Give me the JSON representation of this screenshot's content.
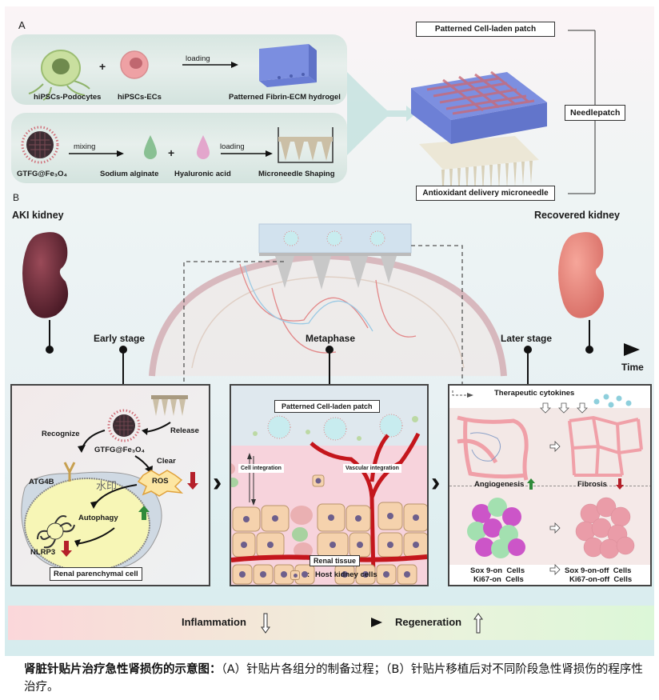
{
  "panel_a": {
    "label": "A",
    "row1": {
      "cell1": "hiPSCs-Podocytes",
      "plus": "+",
      "cell2": "hiPSCs-ECs",
      "arrow_label": "loading",
      "result": "Patterned Fibrin-ECM hydrogel"
    },
    "row2": {
      "item1": "GTFG@Fe₃O₄",
      "arrow1_label": "mixing",
      "item2": "Sodium alginate",
      "plus": "+",
      "item3": "Hyaluronic acid",
      "arrow2_label": "loading",
      "result": "Microneedle Shaping"
    },
    "assembly": {
      "top_label": "Patterned Cell-laden patch",
      "bottom_label": "Antioxidant delivery microneedle",
      "side_label": "Needlepatch"
    }
  },
  "panel_b": {
    "label": "B",
    "aki_kidney": "AKI kidney",
    "recovered_kidney": "Recovered kidney",
    "timeline": {
      "stages": [
        "Early stage",
        "Metaphase",
        "Later stage"
      ],
      "axis_label": "Time"
    },
    "early": {
      "recognize": "Recognize",
      "release": "Release",
      "nanoparticle": "GTFG@Fe₃O₄",
      "clear": "Clear",
      "receptor": "ATG4B",
      "ros": "ROS",
      "watermark": "水印",
      "autophagy": "Autophagy",
      "nlrp3": "NLRP3",
      "cell_label": "Renal parenchymal cell"
    },
    "metaphase": {
      "patch_label": "Patterned Cell-laden patch",
      "cell_integration": "Cell integration",
      "vascular_integration": "Vascular integration",
      "tissue_label": "Renal tissue",
      "legend_sep": ":",
      "legend_text": "Host kidney cells"
    },
    "later": {
      "cytokines": "Therapeutic cytokines",
      "angiogenesis": "Angiogenesis",
      "fibrosis": "Fibrosis",
      "sox_before": "Sox 9-on  Cells",
      "ki67_before": "Ki67-on  Cells",
      "sox_after": "Sox 9-on-off  Cells",
      "ki67_after": "Ki67-on-off  Cells"
    },
    "bottom_bar": {
      "left": "Inflammation",
      "right": "Regeneration"
    }
  },
  "caption": {
    "bold": "肾脏针贴片治疗急性肾损伤的示意图：",
    "text": "（A）针贴片各组分的制备过程；（B）针贴片移植后对不同阶段急性肾损伤的程序性治疗。"
  },
  "colors": {
    "aki_kidney": "#6e2e3a",
    "recovered_kidney": "#ee8a80",
    "hydrogel": "#7b8ee0",
    "up_arrow": "#2f8a3a",
    "down_arrow": "#b5202a",
    "vessel": "#d01818"
  }
}
